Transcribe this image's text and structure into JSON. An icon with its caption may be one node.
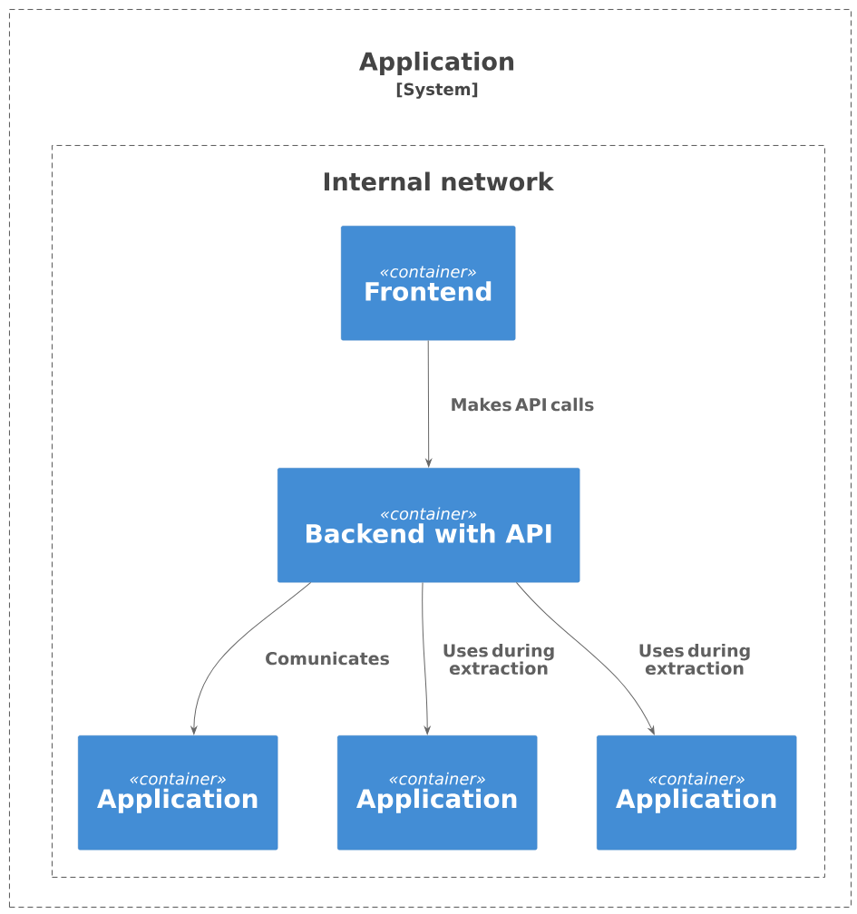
{
  "diagram": {
    "nodes": [
      {
        "text": [
          "Application",
          "[System]"
        ]
      },
      {
        "text": [
          "Internal network"
        ],
        "in": 0
      },
      {
        "text": [
          "«container»",
          "Frontend"
        ],
        "in": 1
      },
      {
        "text": [
          "«container»",
          "Backend with API"
        ],
        "in": 1
      },
      {
        "text": [
          "«container»",
          "Application"
        ],
        "in": 1
      },
      {
        "text": [
          "«container»",
          "Application"
        ],
        "in": 1
      },
      {
        "text": [
          "«container»",
          "Application"
        ],
        "in": 1
      }
    ],
    "edges": [
      {
        "from": 2,
        "to": 3,
        "arrow": "to",
        "label": "Makes API calls"
      },
      {
        "from": 3,
        "to": 4,
        "arrow": "to",
        "label": "Comunicates"
      },
      {
        "from": 3,
        "to": 5,
        "arrow": "to",
        "label": "Uses during extraction"
      },
      {
        "from": 3,
        "to": 6,
        "arrow": "to",
        "label": "Uses during extraction"
      }
    ]
  }
}
